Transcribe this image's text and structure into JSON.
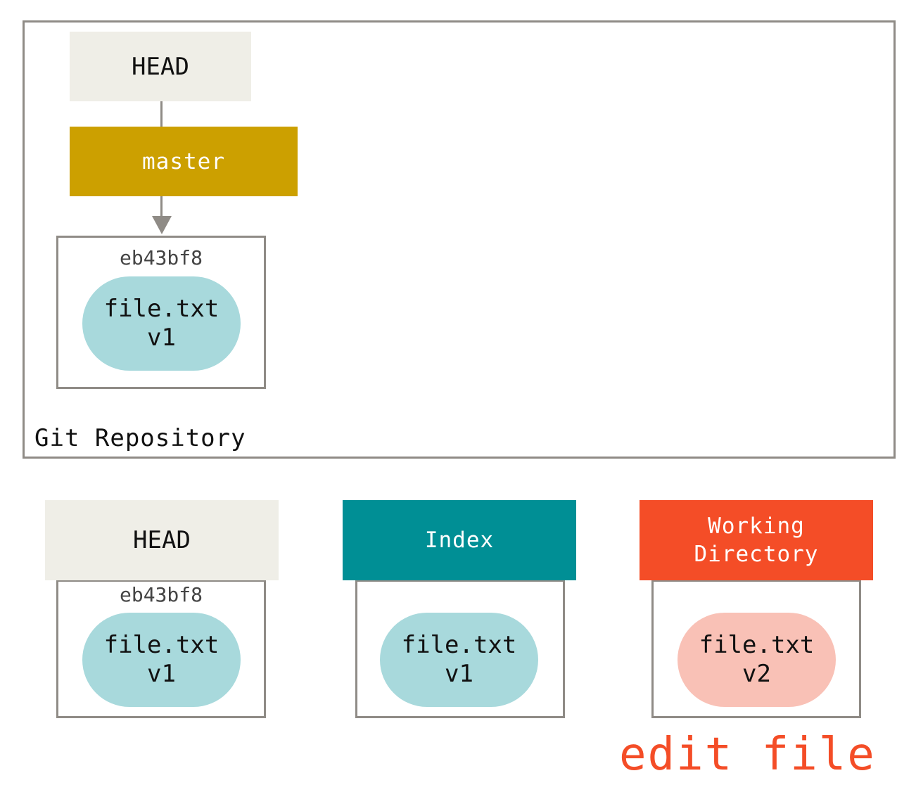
{
  "repository": {
    "label": "Git Repository",
    "head_label": "HEAD",
    "branch_label": "master",
    "commit": {
      "sha": "eb43bf8",
      "file_name": "file.txt",
      "file_version": "v1"
    }
  },
  "trees": {
    "head": {
      "title": "HEAD",
      "sha": "eb43bf8",
      "file_name": "file.txt",
      "file_version": "v1"
    },
    "index": {
      "title": "Index",
      "file_name": "file.txt",
      "file_version": "v1"
    },
    "working_directory": {
      "title_line1": "Working",
      "title_line2": "Directory",
      "file_name": "file.txt",
      "file_version": "v2"
    }
  },
  "action_label": "edit file",
  "colors": {
    "head_bg": "#efeee7",
    "branch_bg": "#cca000",
    "index_bg": "#008f95",
    "working_dir_bg": "#f44d27",
    "blob_unchanged": "#a8d9dc",
    "blob_modified": "#f9c1b6",
    "border": "#8f8b86",
    "action_text": "#f44d27"
  },
  "icons": {
    "pointer": "arrow-down-icon"
  }
}
